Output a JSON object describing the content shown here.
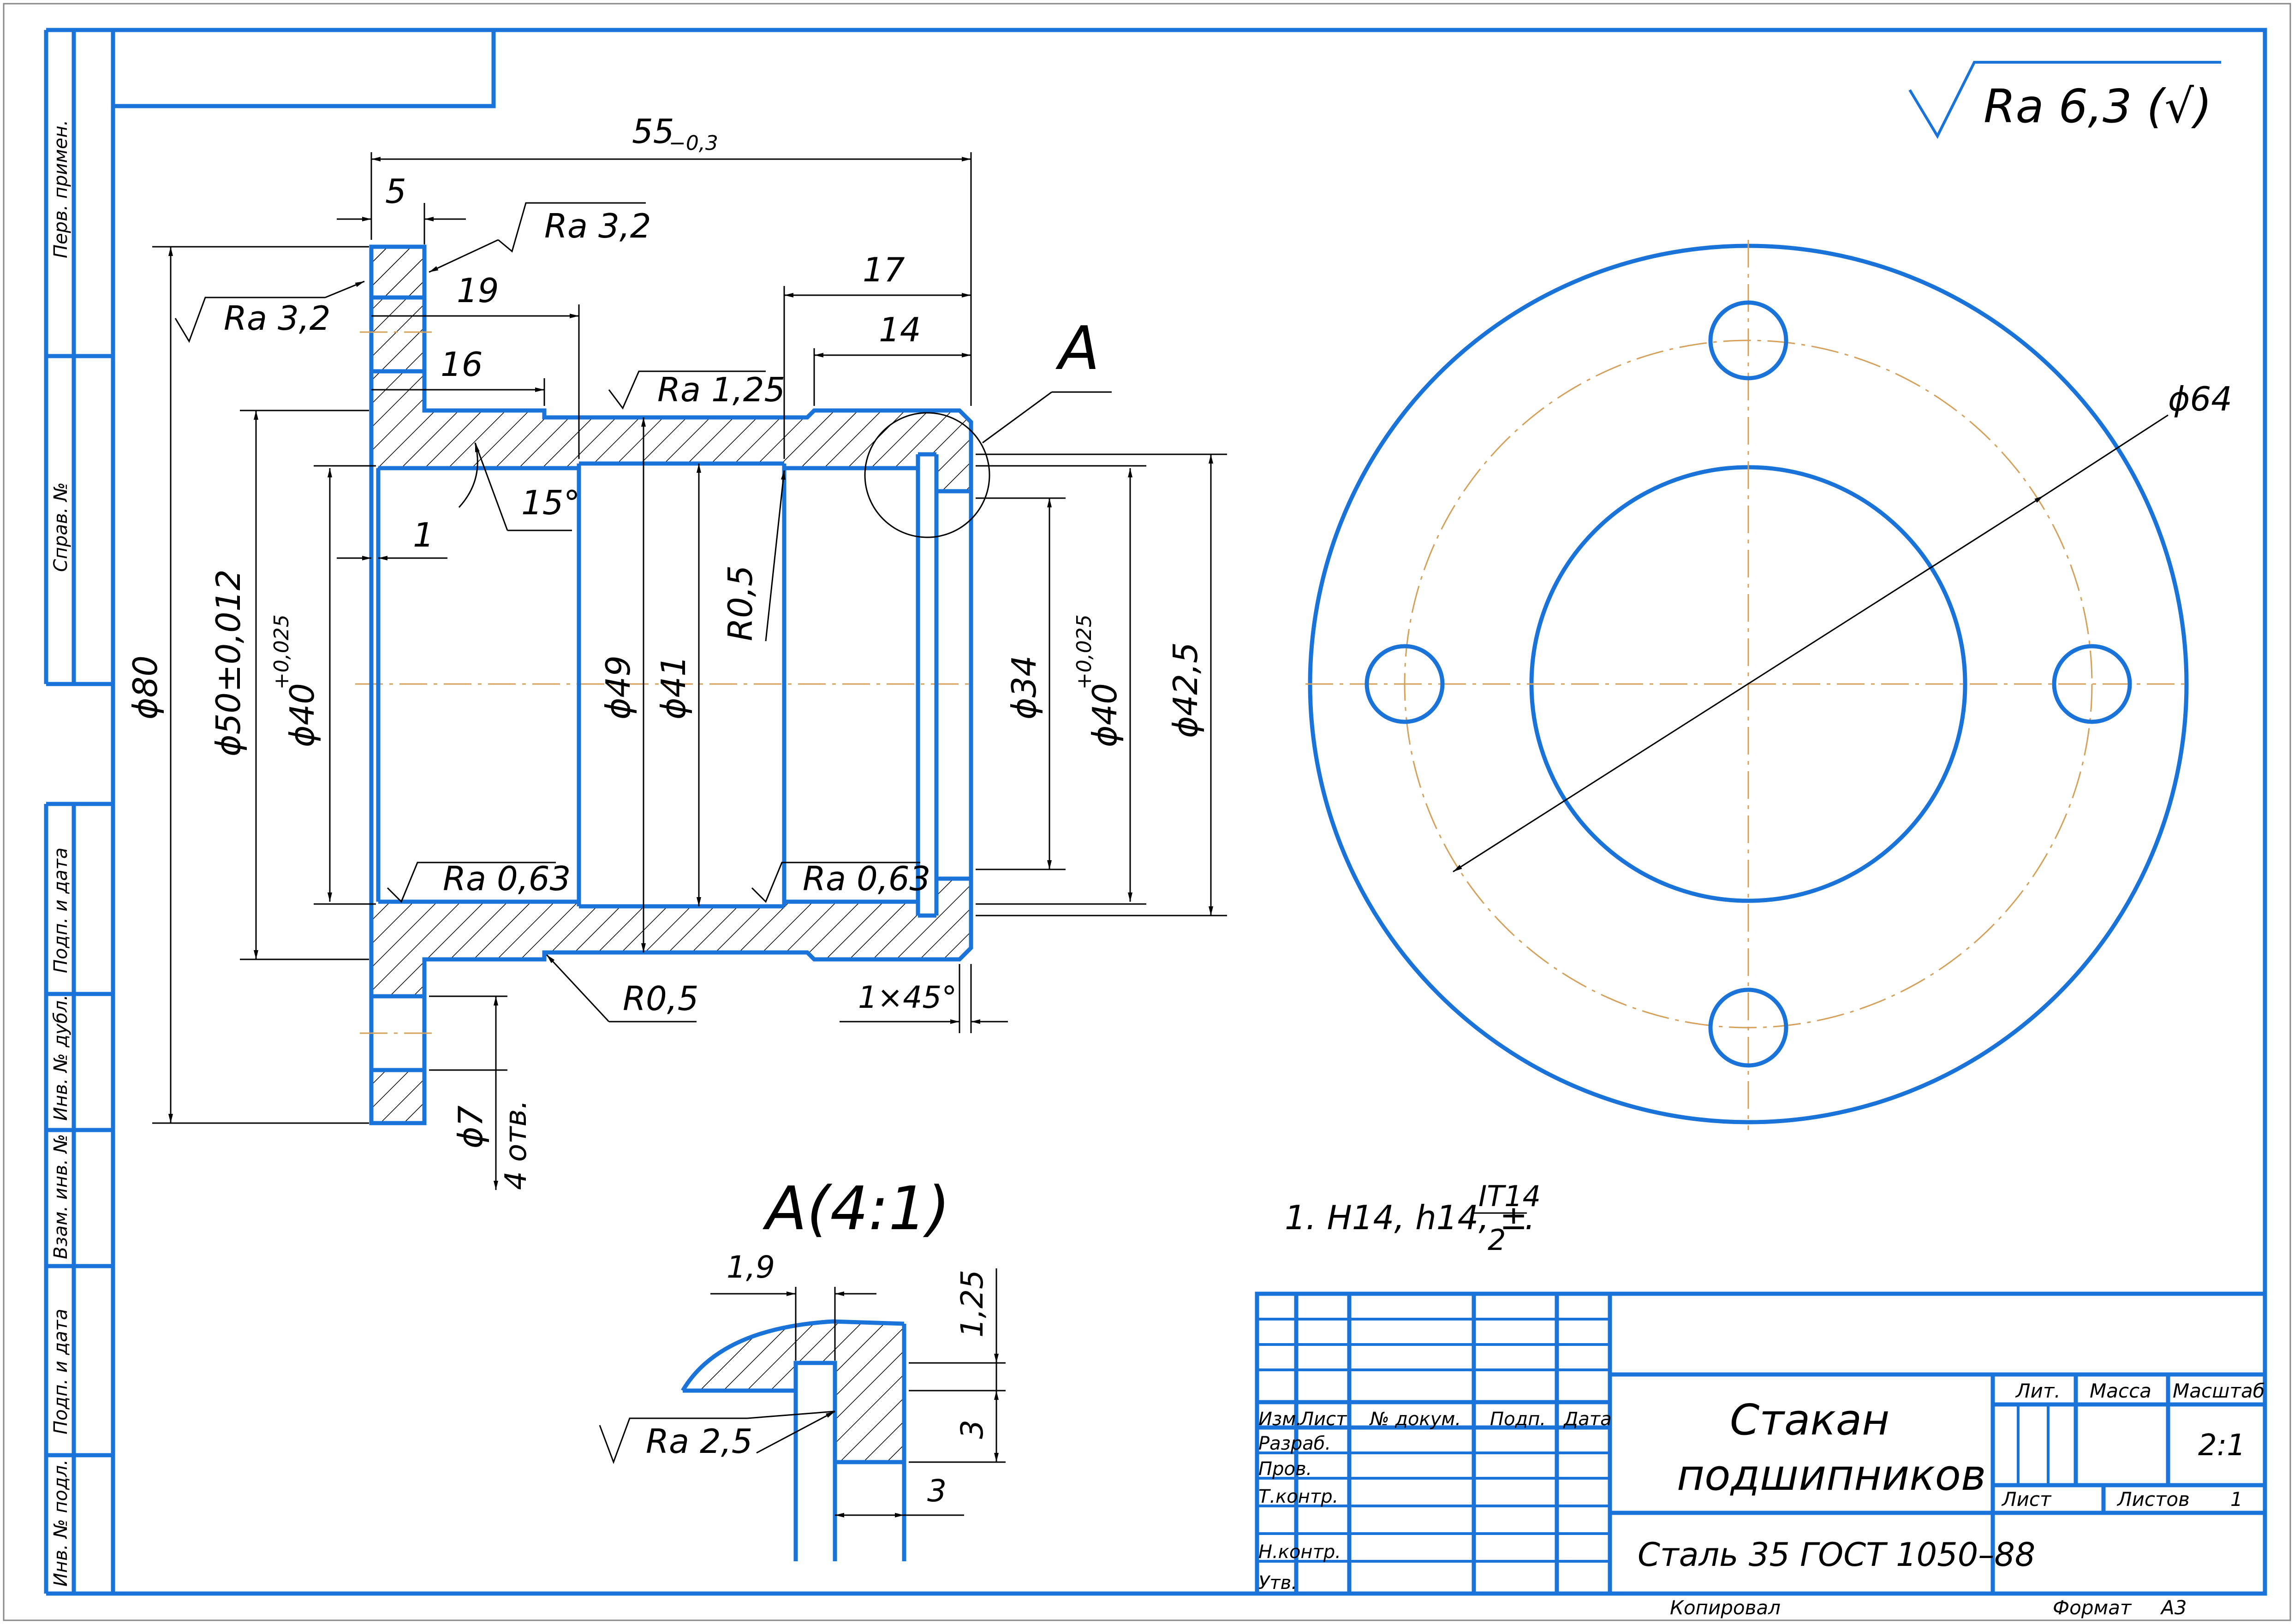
{
  "surface_finish_general": "Ra 6,3 (√)",
  "view_label": "A",
  "detail_label": "A(4:1)",
  "dims": {
    "overall_length": "55",
    "overall_length_tol": "−0,3",
    "flange": "5",
    "d19": "19",
    "d16": "16",
    "d17": "17",
    "d14": "14",
    "d1": "1",
    "angle": "15°",
    "r05_a": "R0,5",
    "r05_b": "R0,5",
    "chamfer": "1×45°",
    "phi80": "ϕ80",
    "phi50": "ϕ50±0,012",
    "phi40_left": "ϕ40",
    "phi40_left_tol": "+0,025",
    "phi49": "ϕ49",
    "phi41": "ϕ41",
    "phi34": "ϕ34",
    "phi40_right": "ϕ40",
    "phi40_right_tol": "+0,025",
    "phi425": "ϕ42,5",
    "phi7": "ϕ7",
    "holes": "4 отв.",
    "phi64": "ϕ64",
    "det_19": "1,9",
    "det_125": "1,25",
    "det_3a": "3",
    "det_3b": "3"
  },
  "roughness": {
    "ra32_top": "Ra 3,2",
    "ra32_left": "Ra 3,2",
    "ra125": "Ra 1,25",
    "ra063_left": "Ra 0,63",
    "ra063_right": "Ra 0,63",
    "ra25": "Ra 2,5"
  },
  "note": {
    "text": "1. H14, h14, ±",
    "num": "IT14",
    "den": "2"
  },
  "side_stamps": [
    "Перв. примен.",
    "Справ. №",
    "Подп. и дата",
    "Инв. № дубл.",
    "Взам. инв. №",
    "Подп. и дата",
    "Инв. № подл."
  ],
  "title_block": {
    "headers": [
      "Изм.",
      "Лист",
      "№ докум.",
      "Подп.",
      "Дата"
    ],
    "roles": [
      "Разраб.",
      "Пров.",
      "Т.контр.",
      "Н.контр.",
      "Утв."
    ],
    "name_line1": "Стакан",
    "name_line2": "подшипников",
    "material": "Сталь 35 ГОСТ 1050–88",
    "lit": "Лит.",
    "mass": "Масса",
    "scale_label": "Масштаб",
    "scale": "2:1",
    "sheet": "Лист",
    "sheets": "Листов",
    "sheets_count": "1",
    "copied": "Копировал",
    "format": "Формат",
    "format_value": "A3"
  }
}
